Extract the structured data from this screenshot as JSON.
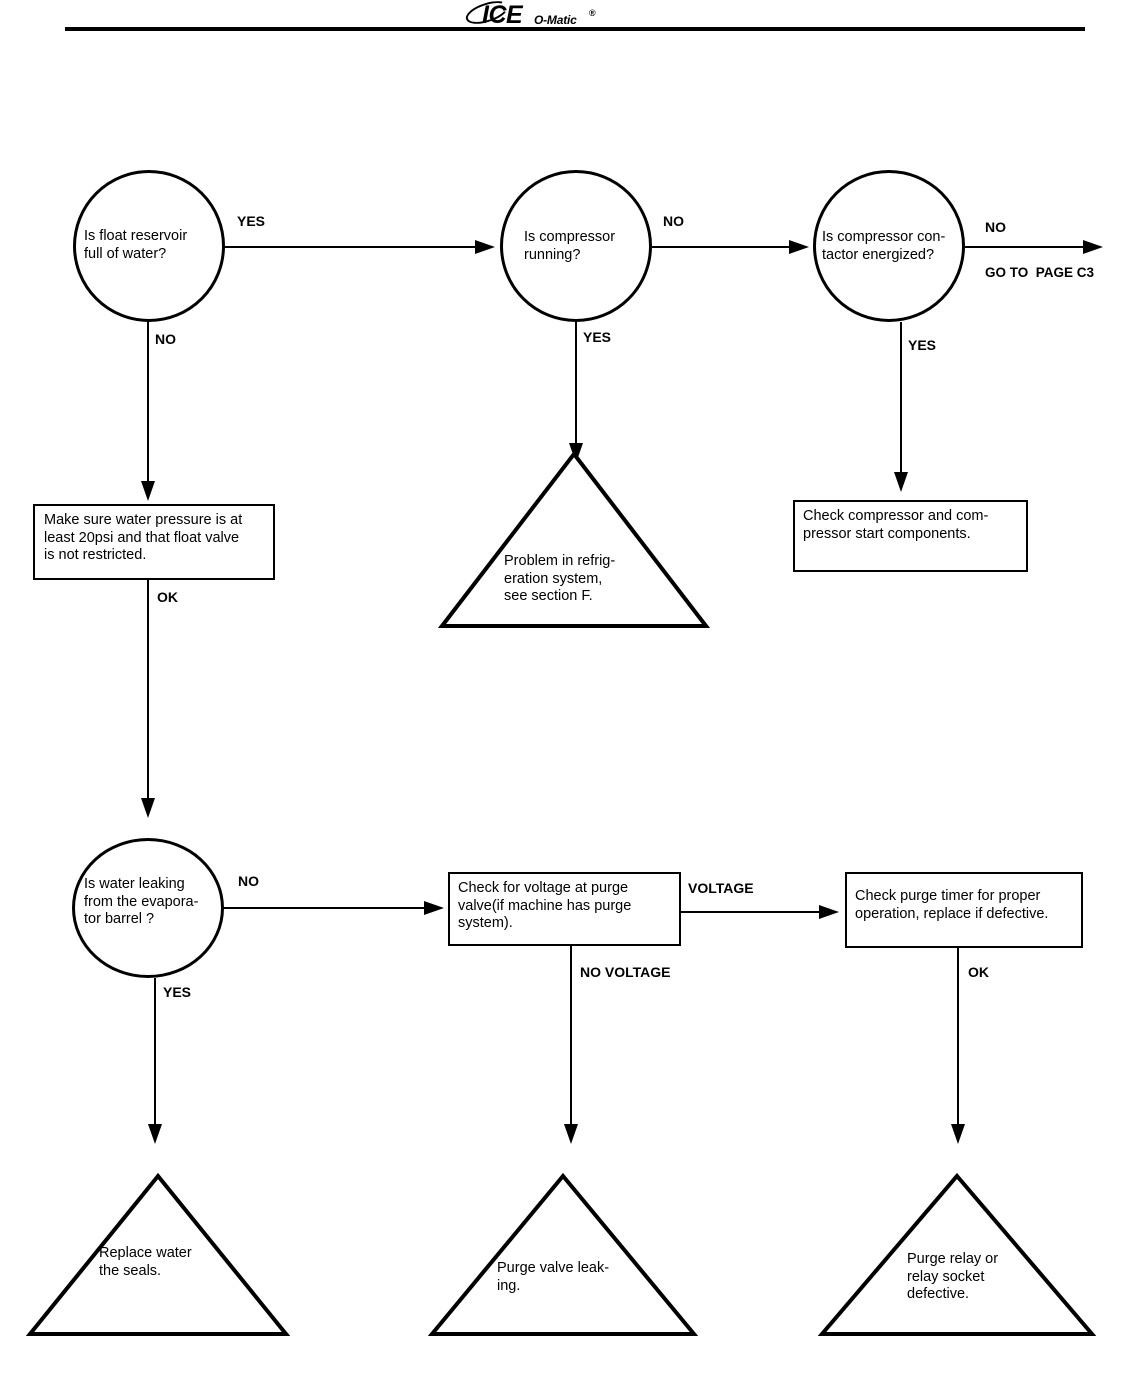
{
  "header": {
    "logo_ice": "ICE",
    "logo_omatic": "O-Matic",
    "logo_reg": "®"
  },
  "nodes": {
    "q_float_reservoir": "Is float reservoir\nfull of water?",
    "q_compressor_running": "Is compressor\nrunning?",
    "q_contactor_energized": "Is compressor con-\ntactor energized?",
    "a_water_pressure": "Make sure water pressure is at\nleast 20psi and that float valve\nis not restricted.",
    "a_check_compressor": "Check compressor and com-\npressor start components.",
    "t_refrigeration": "Problem in refrig-\neration system,\nsee section F.",
    "q_water_leaking": "Is water leaking\nfrom the evapora-\ntor barrel ?",
    "a_check_purge_voltage": "Check for voltage at purge\nvalve(if machine has purge\nsystem).",
    "a_check_purge_timer": "Check purge timer for proper\noperation, replace if defective.",
    "t_replace_seals": "Replace water\nthe seals.",
    "t_purge_valve_leaking": "Purge valve leak-\ning.",
    "t_purge_relay": "Purge relay or\nrelay socket\ndefective."
  },
  "edges": {
    "yes_1": "YES",
    "no_1": "NO",
    "no_2": "NO",
    "yes_2": "YES",
    "no_3": "NO",
    "goto_page": "GO TO  PAGE C3",
    "yes_3": "YES",
    "ok_1": "OK",
    "no_4": "NO",
    "yes_4": "YES",
    "voltage": "VOLTAGE",
    "no_voltage": "NO VOLTAGE",
    "ok_2": "OK"
  }
}
